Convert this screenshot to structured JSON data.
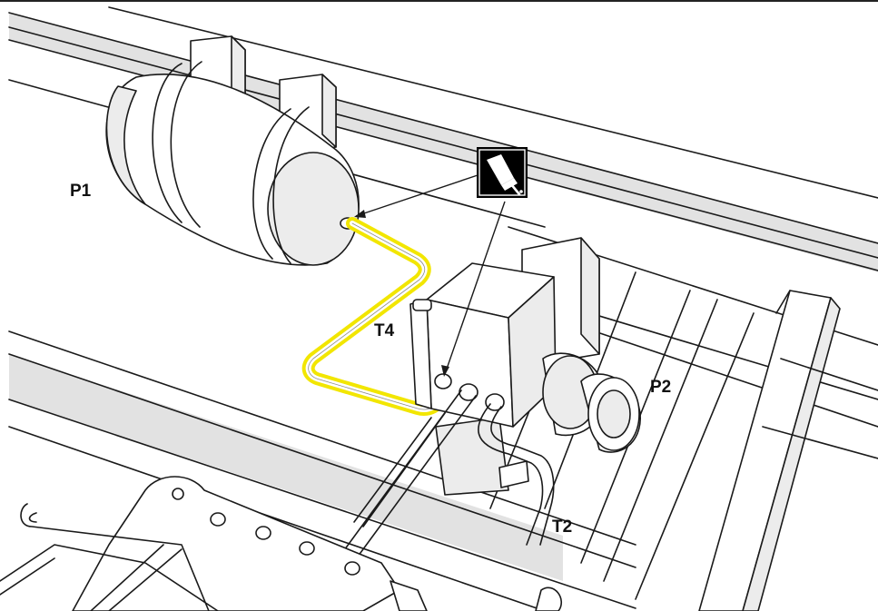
{
  "labels": {
    "p1": "P1",
    "p2": "P2",
    "t2": "T2",
    "t4": "T4"
  },
  "icons": {
    "callout": "thread-sealant-bottle-icon"
  },
  "colors": {
    "highlight": "#f2e600",
    "line": "#1a1a1a",
    "shade": "#ececec",
    "background": "#ffffff",
    "icon_bg": "#000000"
  }
}
